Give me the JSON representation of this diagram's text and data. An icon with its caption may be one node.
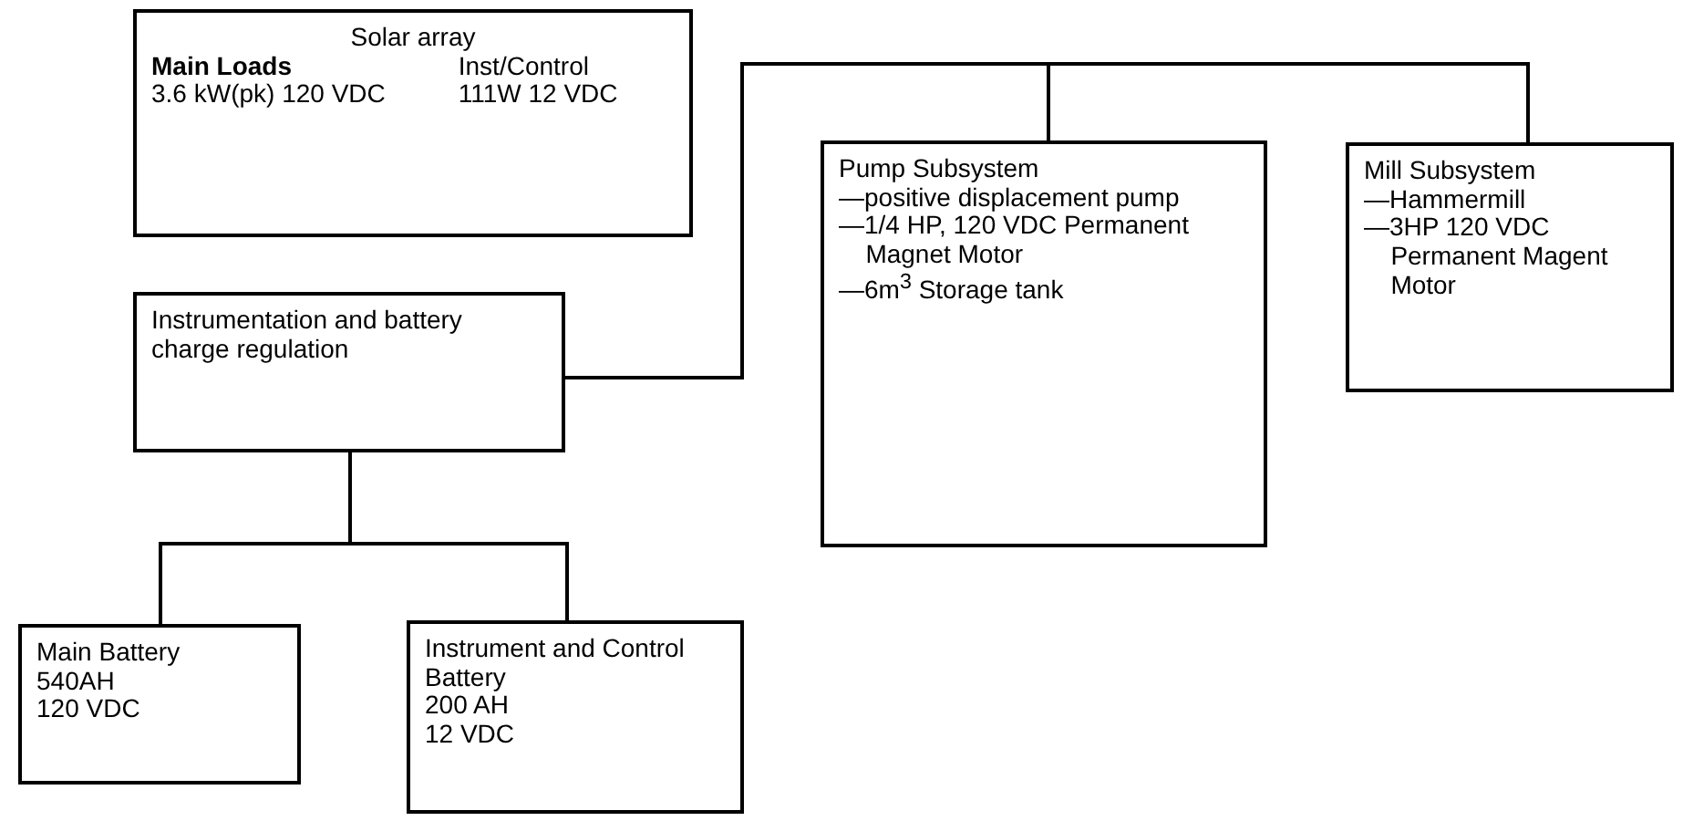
{
  "diagram": {
    "nodes": [
      {
        "text": [
          "Solar array",
          "Main Loads",
          "3.6 kW(pk) 120 VDC",
          "Inst/Control",
          "111W 12 VDC"
        ]
      },
      {
        "text": [
          "Instrumentation and battery charge regulation"
        ]
      },
      {
        "text": [
          "Pump Subsystem",
          "—positive displacement pump",
          "—1/4 HP, 120 VDC Permanent Magnet Motor",
          "—6m$^{3}$ Storage tank"
        ]
      },
      {
        "text": [
          "Mill Subsystem",
          "—Hammermill",
          "—3HP 120 VDC Permanent Magent Motor"
        ]
      },
      {
        "text": [
          "Main Battery",
          "540AH",
          "120 VDC"
        ]
      },
      {
        "text": [
          "Instrument and Control Battery",
          "200 AH",
          "12 VDC"
        ]
      }
    ],
    "edges": [
      {
        "from": 1,
        "to": 2,
        "arrow": "none"
      },
      {
        "from": 1,
        "to": 3,
        "arrow": "none"
      },
      {
        "from": 1,
        "to": 4,
        "arrow": "none"
      },
      {
        "from": 1,
        "to": 5,
        "arrow": "none"
      }
    ]
  }
}
